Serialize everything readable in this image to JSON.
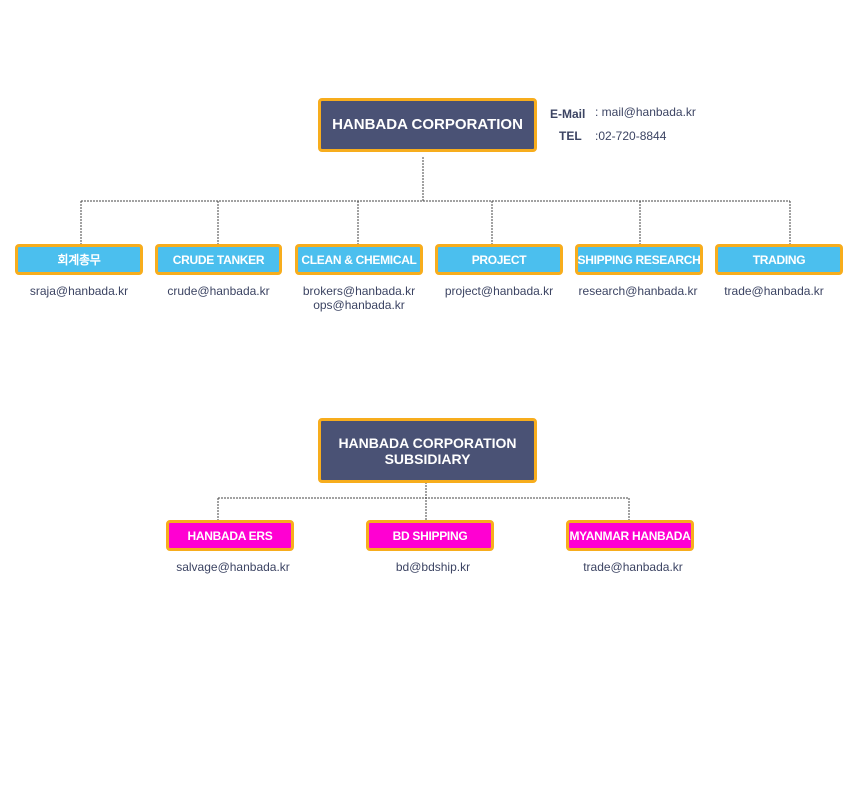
{
  "headquarters": {
    "title": "HANBADA CORPORATION",
    "contact": {
      "email_label": "E-Mail",
      "email_value": ": mail@hanbada.kr",
      "tel_label": "TEL",
      "tel_value": ":02-720-8844"
    },
    "departments": [
      {
        "name": "회계총무",
        "emails": [
          "sraja@hanbada.kr"
        ]
      },
      {
        "name": "CRUDE TANKER",
        "emails": [
          "crude@hanbada.kr"
        ]
      },
      {
        "name": "CLEAN & CHEMICAL",
        "emails": [
          "brokers@hanbada.kr",
          "ops@hanbada.kr"
        ]
      },
      {
        "name": "PROJECT",
        "emails": [
          "project@hanbada.kr"
        ]
      },
      {
        "name": "SHIPPING RESEARCH",
        "emails": [
          "research@hanbada.kr"
        ]
      },
      {
        "name": "TRADING",
        "emails": [
          "trade@hanbada.kr"
        ]
      }
    ]
  },
  "subsidiary": {
    "title_line1": "HANBADA CORPORATION",
    "title_line2": "SUBSIDIARY",
    "companies": [
      {
        "name": "HANBADA ERS",
        "email": "salvage@hanbada.kr"
      },
      {
        "name": "BD SHIPPING",
        "email": "bd@bdship.kr"
      },
      {
        "name": "MYANMAR HANBADA",
        "email": "trade@hanbada.kr"
      }
    ]
  },
  "colors": {
    "root_fill": "#4a5275",
    "border": "#f7ad1d",
    "department_fill": "#4bbfee",
    "subsidiary_fill": "#ff00d2"
  }
}
